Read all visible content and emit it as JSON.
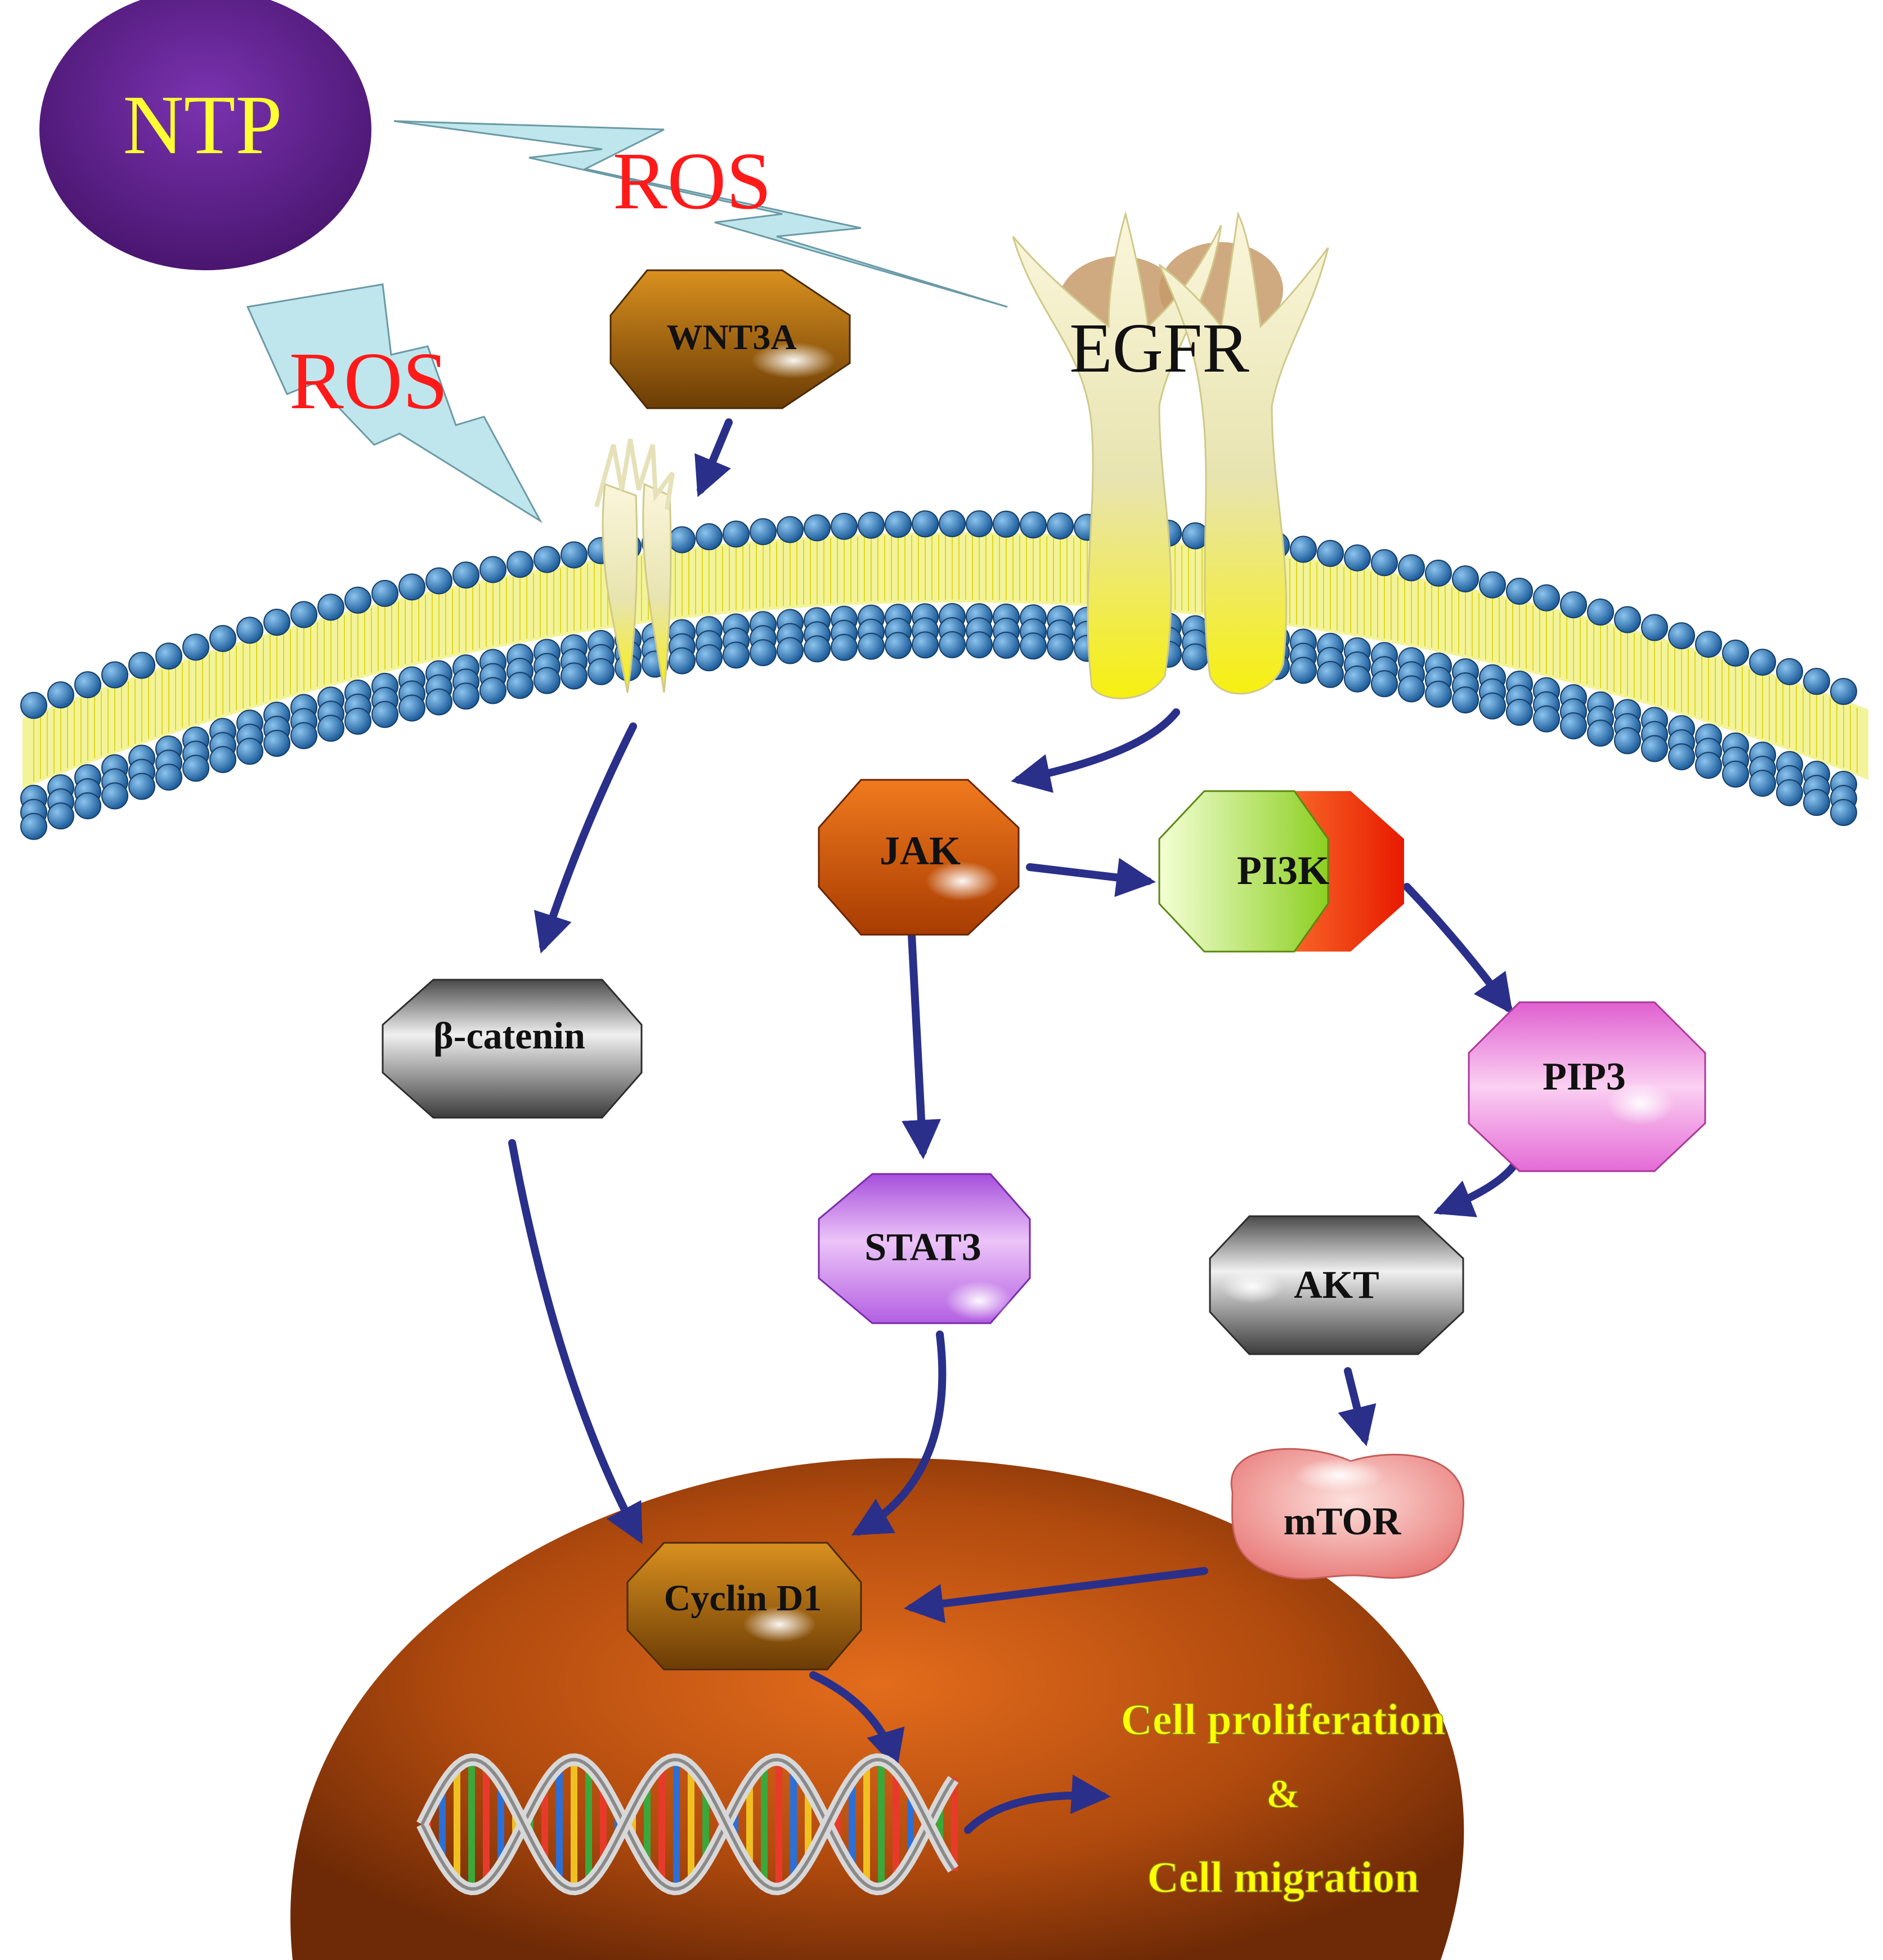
{
  "diagram": {
    "source_label": "NTP",
    "ros_labels": [
      "ROS",
      "ROS"
    ],
    "receptor_label": "EGFR",
    "nodes": {
      "wnt3a": "WNT3A",
      "jak": "JAK",
      "pi3k": "PI3K",
      "beta_catenin": "β-catenin",
      "pip3": "PIP3",
      "stat3": "STAT3",
      "akt": "AKT",
      "mtor": "mTOR",
      "cyclin_d1": "Cyclin D1"
    },
    "outcome": {
      "line1": "Cell proliferation",
      "line2": "&",
      "line3": "Cell migration"
    }
  },
  "colors": {
    "ntp_fill": "#5a1f87",
    "ntp_text": "#ffff33",
    "ros_text": "#ff1a1a",
    "bolt_fill": "#bfe6ec",
    "lipid_head": "#3a7fc2",
    "lipid_tail": "#f0f040",
    "arrow": "#2a2f8a",
    "outcome_text": "#ffff00",
    "nucleus": "#a6460e"
  }
}
